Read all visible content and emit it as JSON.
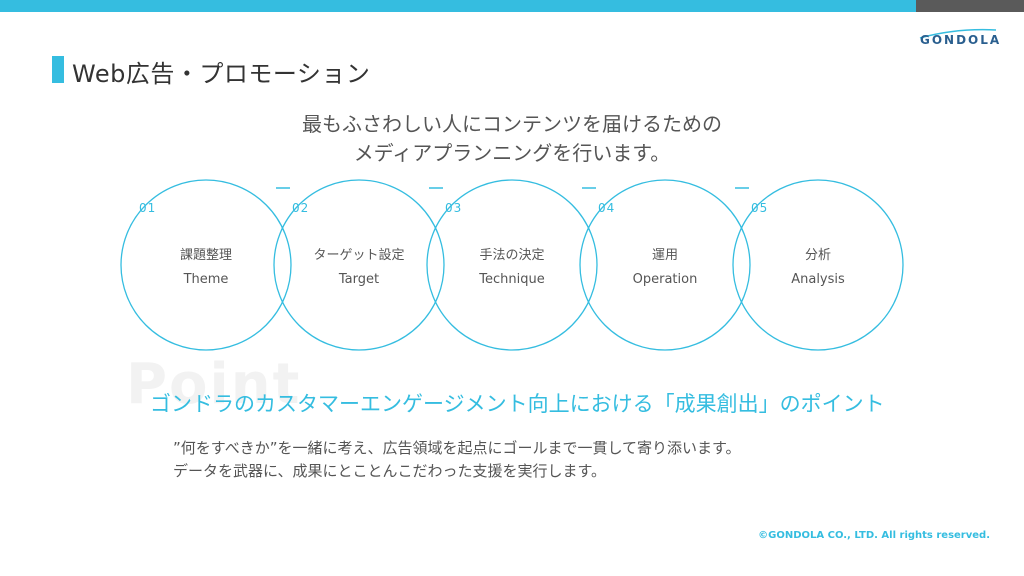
{
  "colors": {
    "accent": "#35bde0",
    "dark_bar": "#5a5a5a",
    "text": "#555555"
  },
  "header": {
    "title": "Web広告・プロモーション"
  },
  "logo": {
    "text": "GONDOLA"
  },
  "lead": {
    "line1": "最もふさわしい人にコンテンツを届けるための",
    "line2": "メディアプランニングを行います。"
  },
  "steps": [
    {
      "num": "01",
      "jp": "課題整理",
      "en": "Theme"
    },
    {
      "num": "02",
      "jp": "ターゲット設定",
      "en": "Target"
    },
    {
      "num": "03",
      "jp": "手法の決定",
      "en": "Technique"
    },
    {
      "num": "04",
      "jp": "運用",
      "en": "Operation"
    },
    {
      "num": "05",
      "jp": "分析",
      "en": "Analysis"
    }
  ],
  "point": {
    "watermark": "Point",
    "heading": "ゴンドラのカスタマーエンゲージメント向上における「成果創出」のポイント",
    "body1": "”何をすべきか”を一緒に考え、広告領域を起点にゴールまで一貫して寄り添います。",
    "body2": "データを武器に、成果にとことんこだわった支援を実行します。"
  },
  "footer": {
    "copyright": "©GONDOLA CO., LTD.  All rights reserved."
  }
}
